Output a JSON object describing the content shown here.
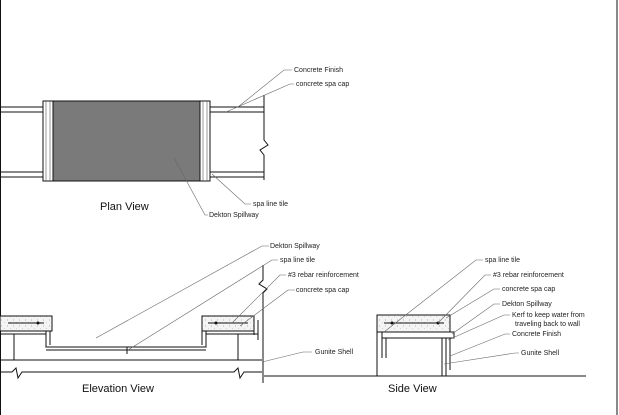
{
  "plan_view": {
    "title": "Plan View",
    "labels": {
      "concrete_finish": "Concrete Finish",
      "concrete_spa_cap": "concrete spa cap",
      "spa_line_tile": "spa line tile",
      "dekton_spillway": "Dekton Spillway"
    }
  },
  "elevation_view": {
    "title": "Elevation View",
    "labels": {
      "dekton_spillway": "Dekton Spillway",
      "spa_line_tile": "spa line tile",
      "rebar": "#3 rebar reinforcement",
      "concrete_spa_cap": "concrete spa cap",
      "gunite_shell": "Gunite Shell"
    }
  },
  "side_view": {
    "title": "Side View",
    "labels": {
      "spa_line_tile": "spa line tile",
      "rebar": "#3 rebar reinforcement",
      "concrete_spa_cap": "concrete spa cap",
      "dekton_spillway": "Dekton Spillway",
      "kerf_line1": "Kerf to keep water from",
      "kerf_line2": "traveling back to wall",
      "concrete_finish": "Concrete Finish",
      "gunite_shell": "Gunite Shell"
    }
  },
  "colors": {
    "line": "#111111",
    "spillway_fill": "#7a7a7a",
    "concrete_fill": "#f2f2f2",
    "leader": "#666666"
  }
}
